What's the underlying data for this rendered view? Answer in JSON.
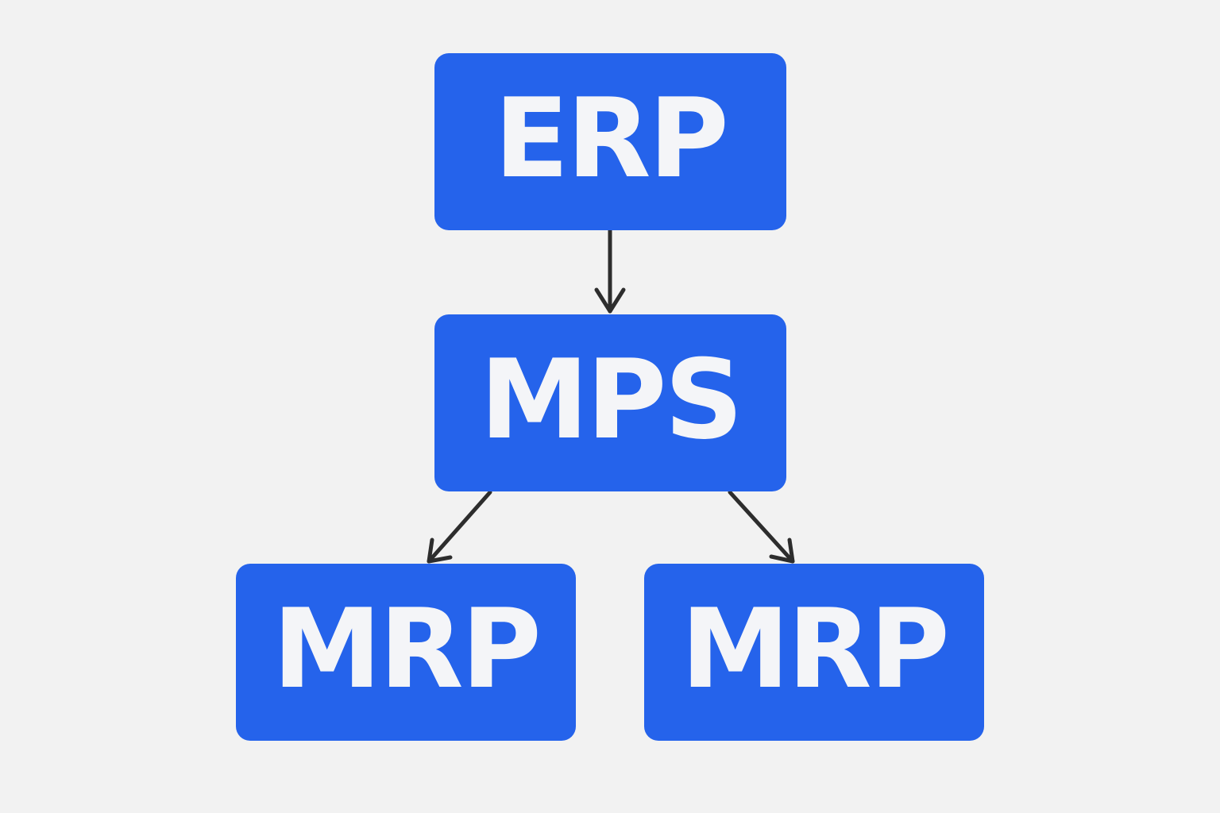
{
  "diagram": {
    "colors": {
      "background": "#f2f2f2",
      "node_fill": "#2563eb",
      "node_text": "#f4f5f8",
      "connector": "#2d2d2d"
    },
    "nodes": [
      {
        "id": "erp",
        "label": "ERP"
      },
      {
        "id": "mps",
        "label": "MPS"
      },
      {
        "id": "mrp_left",
        "label": "MRP"
      },
      {
        "id": "mrp_right",
        "label": "MRP"
      }
    ],
    "edges": [
      {
        "from": "erp",
        "to": "mps"
      },
      {
        "from": "mps",
        "to": "mrp_left"
      },
      {
        "from": "mps",
        "to": "mrp_right"
      }
    ]
  }
}
